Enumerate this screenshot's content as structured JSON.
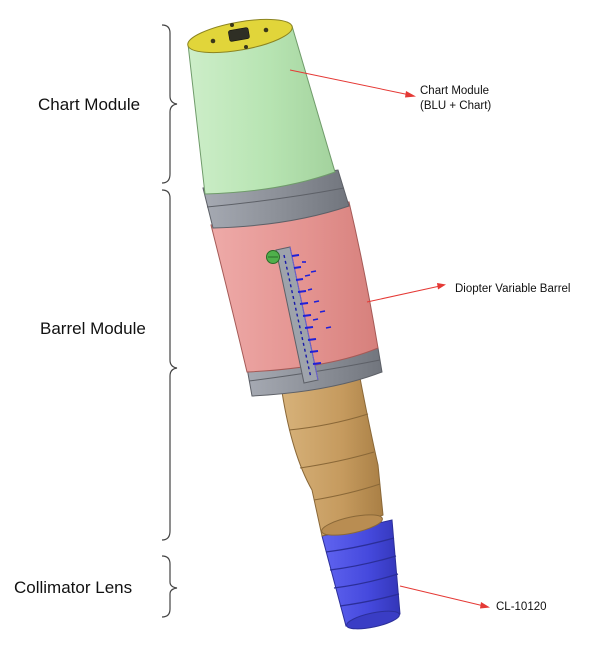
{
  "labels": {
    "chart_module": "Chart Module",
    "barrel_module": "Barrel Module",
    "collimator_lens": "Collimator Lens"
  },
  "callouts": {
    "chart_module_line1": "Chart Module",
    "chart_module_line2": "(BLU + Chart)",
    "diopter_variable_barrel": "Diopter Variable Barrel",
    "cl_part": "CL-10120"
  },
  "colors": {
    "chart_cylinder": "#b9e6b5",
    "chart_top": "#e2d63a",
    "metal_ring": "#8e929b",
    "barrel": "#e59a9a",
    "brass_section": "#c9a066",
    "collimator": "#4a4ee0",
    "leader_arrow": "#e53935",
    "bracket": "#444444"
  }
}
